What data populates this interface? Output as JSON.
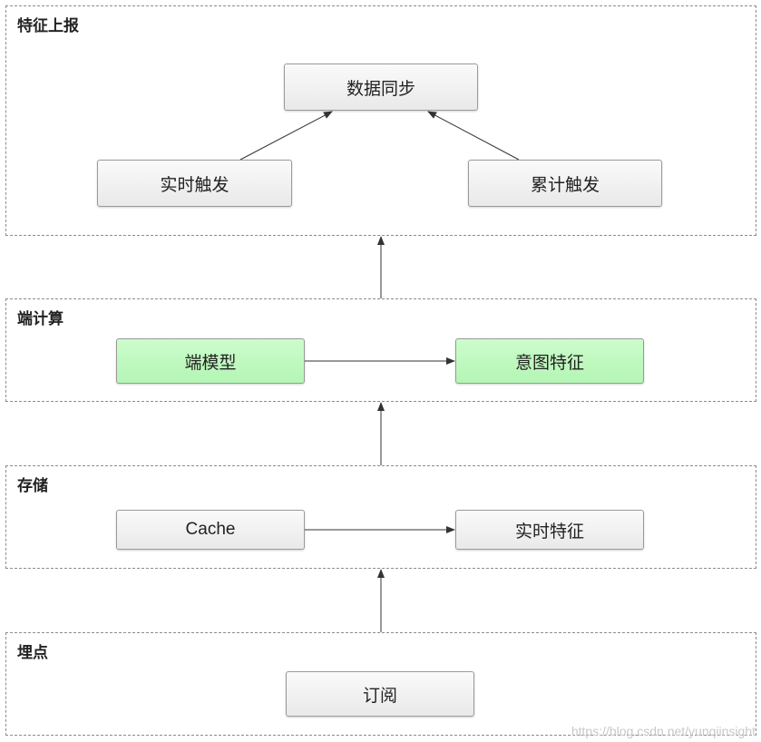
{
  "groups": {
    "report": {
      "title": "特征上报"
    },
    "compute": {
      "title": "端计算"
    },
    "storage": {
      "title": "存储"
    },
    "tracking": {
      "title": "埋点"
    }
  },
  "nodes": {
    "data_sync": "数据同步",
    "realtime_trigger": "实时触发",
    "cumulative_trigger": "累计触发",
    "edge_model": "端模型",
    "intent_feature": "意图特征",
    "cache": "Cache",
    "realtime_feature": "实时特征",
    "subscribe": "订阅"
  },
  "colors": {
    "node_fill": "#eeeeee",
    "node_green_fill": "#c2f9c2",
    "border": "#9a9a9a",
    "arrow": "#333333"
  },
  "watermark": "https://blog.csdn.net/yunqiinsight"
}
